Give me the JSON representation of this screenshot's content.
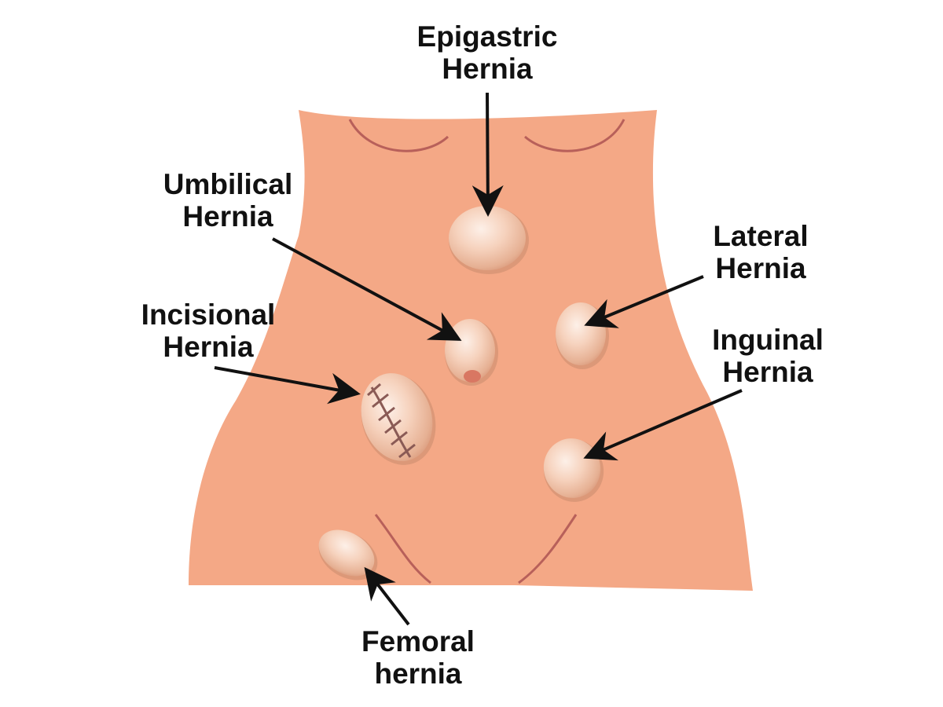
{
  "colors": {
    "skin": "#f4a886",
    "skin_line": "#b8605a",
    "bulge_light": "#fbe3d6",
    "bulge_mid": "#efc0a5",
    "bulge_shadow": "#c98a6e",
    "navel": "#d97762",
    "stitch": "#8a5a55",
    "arrow": "#111111",
    "text": "#111111",
    "background": "#ffffff"
  },
  "labels": {
    "epigastric": {
      "line1": "Epigastric",
      "line2": "Hernia"
    },
    "umbilical": {
      "line1": "Umbilical",
      "line2": "Hernia"
    },
    "lateral": {
      "line1": "Lateral",
      "line2": "Hernia"
    },
    "incisional": {
      "line1": "Incisional",
      "line2": "Hernia"
    },
    "inguinal": {
      "line1": "Inguinal",
      "line2": "Hernia"
    },
    "femoral": {
      "line1": "Femoral",
      "line2": "hernia"
    }
  }
}
